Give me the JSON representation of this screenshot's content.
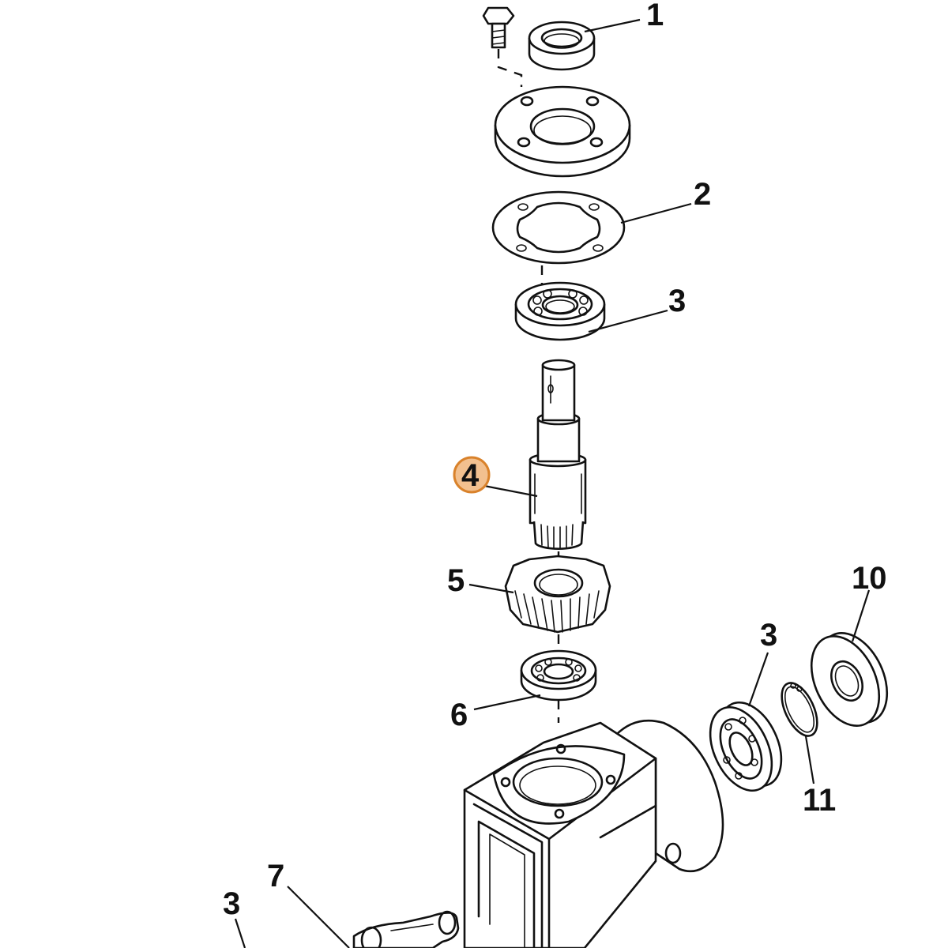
{
  "callouts": [
    {
      "id": "c1",
      "label": "1"
    },
    {
      "id": "c2",
      "label": "2"
    },
    {
      "id": "c3a",
      "label": "3"
    },
    {
      "id": "c4",
      "label": "4",
      "highlighted": true
    },
    {
      "id": "c5",
      "label": "5"
    },
    {
      "id": "c6",
      "label": "6"
    },
    {
      "id": "c3b",
      "label": "3"
    },
    {
      "id": "c10",
      "label": "10"
    },
    {
      "id": "c11",
      "label": "11"
    },
    {
      "id": "c7",
      "label": "7"
    },
    {
      "id": "c3c",
      "label": "3"
    }
  ],
  "highlight_color": "#f2c08f"
}
